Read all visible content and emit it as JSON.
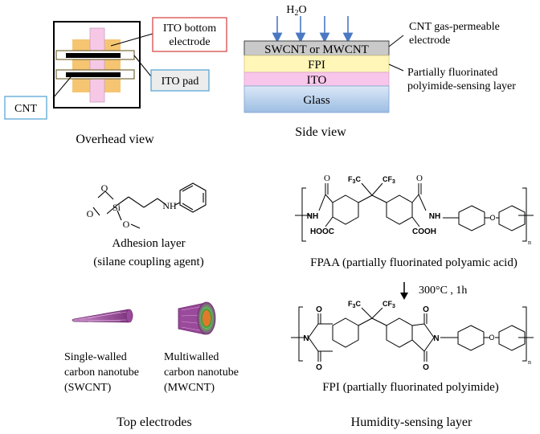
{
  "overhead": {
    "caption": "Overhead view",
    "label_ito_bottom_line1": "ITO bottom",
    "label_ito_bottom_line2": "electrode",
    "label_ito_pad": "ITO pad",
    "label_cnt": "CNT"
  },
  "side": {
    "caption": "Side view",
    "water": "H",
    "water_sub": "2",
    "water_end": "O",
    "layer_cnt": "SWCNT or MWCNT",
    "layer_fpi": "FPI",
    "layer_ito": "ITO",
    "layer_glass": "Glass",
    "label_cnt_line1": "CNT gas-permeable",
    "label_cnt_line2": "electrode",
    "label_fpi_line1": "Partially fluorinated",
    "label_fpi_line2": "polyimide-sensing layer"
  },
  "adhesion": {
    "atom_si": "Si",
    "atom_nh": "NH",
    "atom_o": "O",
    "caption_line1": "Adhesion layer",
    "caption_line2": "(silane coupling agent)"
  },
  "fpaa": {
    "caption": "FPAA (partially fluorinated polyamic acid)",
    "f3c": "F",
    "f3c_sub": "3",
    "f3c_end": "C",
    "cf3": "CF",
    "cf3_sub": "3",
    "nh": "NH",
    "o": "O",
    "hooc": "HOOC",
    "cooh": "COOH",
    "n_sub": "n"
  },
  "reaction": {
    "condition": "300°C , 1h"
  },
  "fpi": {
    "caption": "FPI (partially fluorinated polyimide)",
    "n": "N",
    "o": "O",
    "n_sub": "n"
  },
  "electrodes": {
    "sw_line1": "Single-walled",
    "sw_line2": "carbon nanotube",
    "sw_line3": "(SWCNT)",
    "mw_line1": "Multiwalled",
    "mw_line2": "carbon nanotube",
    "mw_line3": "(MWCNT)",
    "caption": "Top electrodes"
  },
  "humidity": {
    "caption": "Humidity-sensing layer"
  },
  "colors": {
    "pink": "#f6c8e6",
    "orange": "#f5c572",
    "cnt_gray": "#c9c9c9",
    "fpi_yellow": "#fff6b8",
    "ito_pink": "#f7c6ea",
    "glass_blue": "#9dbde3",
    "arrow_blue": "#4a78c2",
    "callout_red": "#d94a4a",
    "callout_blue": "#5aa7d6",
    "nanotube_purple": "#8a3f8a"
  }
}
